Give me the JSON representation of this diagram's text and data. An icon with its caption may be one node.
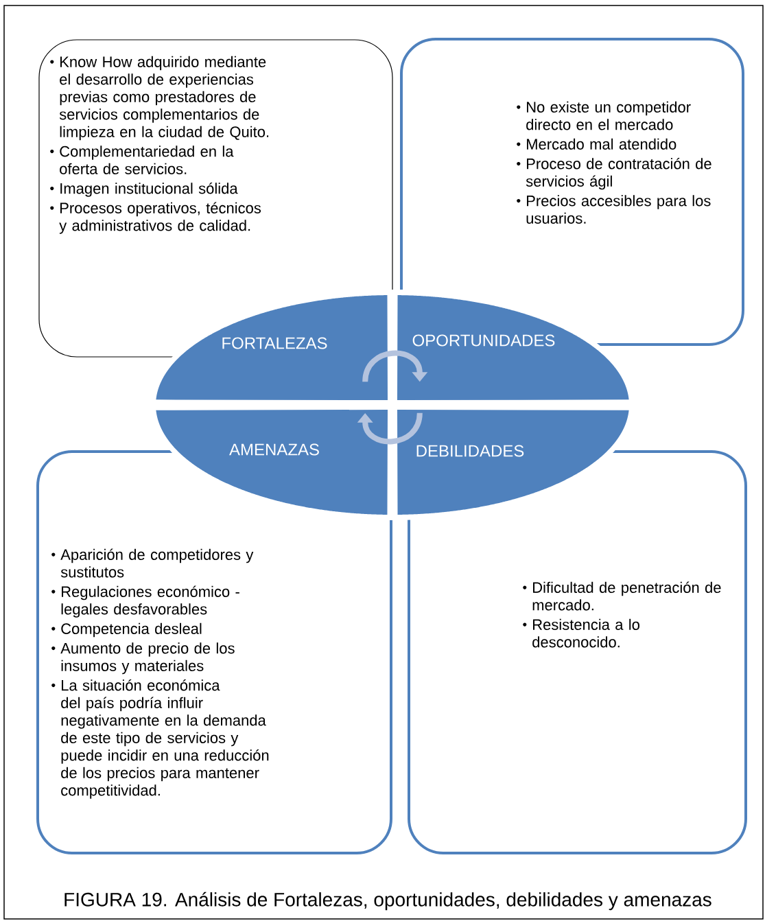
{
  "diagram": {
    "caption": "FIGURA 19. Análisis de Fortalezas, oportunidades, debilidades y amenazas",
    "nodes": [
      {
        "text": [
          "Know How adquirido mediante el desarrollo de experiencias previas como prestadores de servicios complementarios de limpieza en la ciudad de Quito.",
          "Complementariedad en la oferta de servicios.",
          "Imagen institucional sólida",
          "Procesos operativos, técnicos y administrativos de calidad."
        ]
      },
      {
        "text": [
          "No existe un competidor directo en el mercado",
          "Mercado mal atendido",
          "Proceso de contratación de servicios ágil",
          "Precios accesibles para los usuarios."
        ]
      },
      {
        "text": [
          "Aparición de competidores y sustitutos",
          "Regulaciones económico - legales desfavorables",
          "Competencia desleal",
          "Aumento de precio de los insumos y materiales",
          "La situación económica del país podría influir negativamente en la demanda de este tipo de servicios y puede incidir en una reducción de los precios para mantener competitividad."
        ]
      },
      {
        "text": [
          "Dificultad de penetración de mercado.",
          "Resistencia a lo desconocido."
        ]
      },
      {
        "text": [
          "FORTALEZAS"
        ]
      },
      {
        "text": [
          "OPORTUNIDADES"
        ]
      },
      {
        "text": [
          "AMENAZAS"
        ]
      },
      {
        "text": [
          "DEBILIDADES"
        ]
      }
    ],
    "edges": [
      {
        "from": 4,
        "to": 5,
        "arrow": "to"
      },
      {
        "from": 7,
        "to": 6,
        "arrow": "to"
      }
    ]
  }
}
